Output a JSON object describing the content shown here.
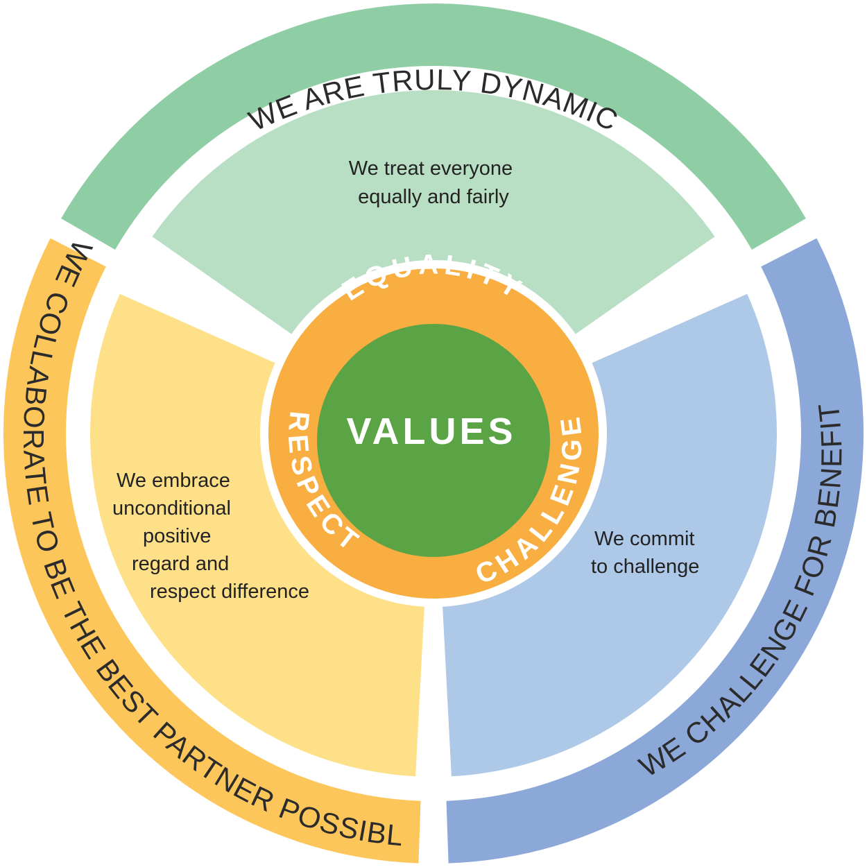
{
  "center": {
    "label": "VALUES"
  },
  "core_values": {
    "equality": "EQUALITY",
    "respect": "RESPECT",
    "challenge": "CHALLENGE"
  },
  "segments": {
    "top": {
      "outer_text": "WE ARE TRULY DYNAMIC",
      "inner_text": [
        "We treat everyone",
        "equally and fairly"
      ]
    },
    "left": {
      "outer_text": "WE COLLABORATE TO BE THE BEST PARTNER POSSIBLE",
      "inner_text": [
        "We embrace",
        "unconditional",
        "positive",
        "regard and",
        "respect difference"
      ]
    },
    "right": {
      "outer_text": "WE CHALLENGE FOR BENEFIT",
      "inner_text": [
        "We commit",
        "to challenge"
      ]
    }
  },
  "colors": {
    "outer_green": "#8fcea4",
    "inner_green": "#b8dfc4",
    "outer_yellow": "#fdc65a",
    "inner_yellow": "#fde088",
    "outer_blue": "#8ca8d8",
    "inner_blue": "#aec8e8",
    "ring_orange": "#f8ae40",
    "center_green": "#5ba446"
  }
}
